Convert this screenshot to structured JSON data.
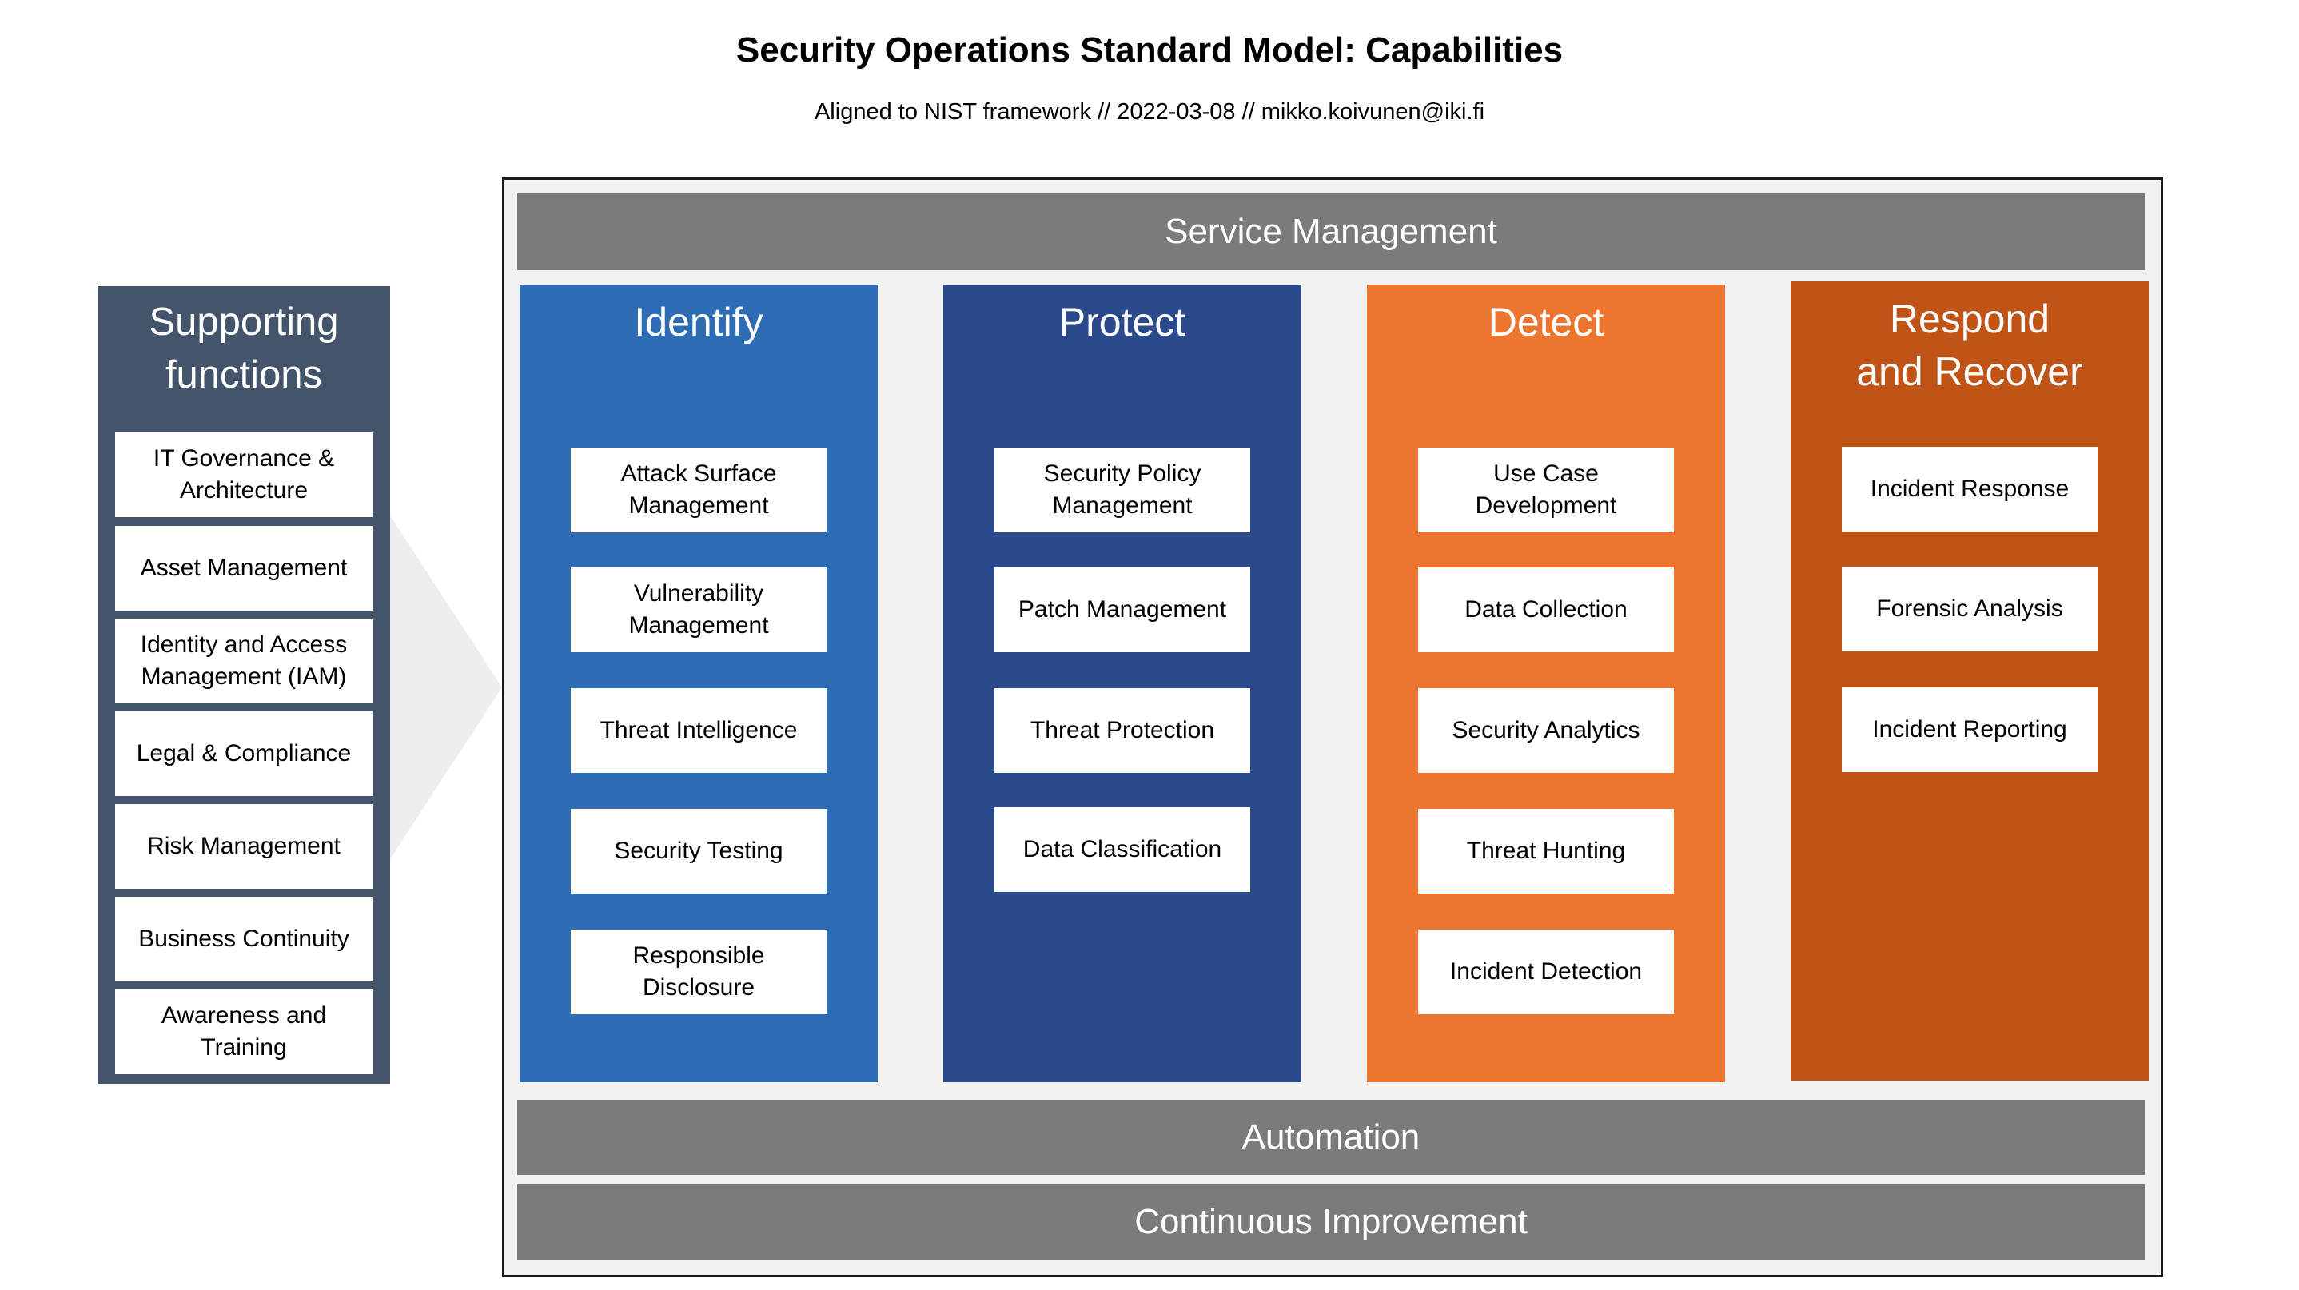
{
  "title": "Security Operations Standard Model: Capabilities",
  "subtitle": "Aligned to NIST framework // 2022-03-08 // mikko.koivunen@iki.fi",
  "colors": {
    "support_bg": "#44546a",
    "bar_bg": "#7b7b7b",
    "frame_bg": "#f2f2f2",
    "identify": "#2e6db4",
    "protect": "#2b4a8c",
    "detect": "#ec7530",
    "respond": "#c05316"
  },
  "supporting": {
    "title_line1": "Supporting",
    "title_line2": "functions",
    "items": [
      "IT Governance & Architecture",
      "Asset Management",
      "Identity and Access Management (IAM)",
      "Legal & Compliance",
      "Risk Management",
      "Business Continuity",
      "Awareness and Training"
    ]
  },
  "bars": {
    "top": "Service Management",
    "automation": "Automation",
    "improvement": "Continuous Improvement"
  },
  "columns": [
    {
      "title_line1": "Identify",
      "title_line2": "",
      "items": [
        "Attack Surface Management",
        "Vulnerability Management",
        "Threat Intelligence",
        "Security Testing",
        "Responsible Disclosure"
      ]
    },
    {
      "title_line1": "Protect",
      "title_line2": "",
      "items": [
        "Security Policy Management",
        "Patch Management",
        "Threat Protection",
        "Data Classification"
      ]
    },
    {
      "title_line1": "Detect",
      "title_line2": "",
      "items": [
        "Use Case Development",
        "Data Collection",
        "Security Analytics",
        "Threat Hunting",
        "Incident Detection"
      ]
    },
    {
      "title_line1": "Respond",
      "title_line2": "and Recover",
      "items": [
        "Incident Response",
        "Forensic Analysis",
        "Incident Reporting"
      ]
    }
  ]
}
